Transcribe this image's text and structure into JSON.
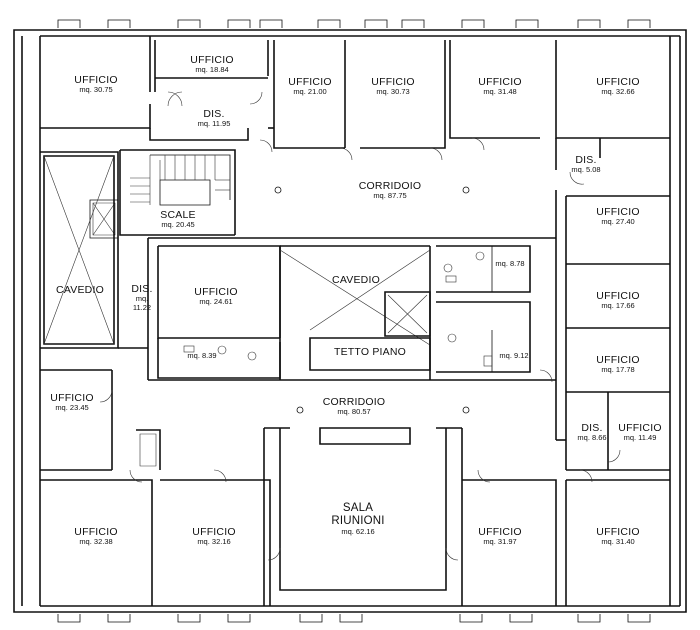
{
  "rooms": {
    "ufficio_a": {
      "name": "UFFICIO",
      "area": "mq. 30.75"
    },
    "ufficio_b": {
      "name": "UFFICIO",
      "area": "mq. 18.84"
    },
    "ufficio_c": {
      "name": "UFFICIO",
      "area": "mq. 21.00"
    },
    "ufficio_d": {
      "name": "UFFICIO",
      "area": "mq. 30.73"
    },
    "ufficio_e": {
      "name": "UFFICIO",
      "area": "mq. 31.48"
    },
    "ufficio_f": {
      "name": "UFFICIO",
      "area": "mq. 32.66"
    },
    "dis_top": {
      "name": "DIS.",
      "area": "mq. 11.95"
    },
    "dis_right": {
      "name": "DIS.",
      "area": "mq. 5.08"
    },
    "corridoio_top": {
      "name": "CORRIDOIO",
      "area": "mq. 87.75"
    },
    "scale": {
      "name": "SCALE",
      "area": "mq. 20.45"
    },
    "ufficio_g": {
      "name": "UFFICIO",
      "area": "mq. 27.40"
    },
    "cavedio_left": {
      "name": "CAVEDIO",
      "area": ""
    },
    "dis_left": {
      "name": "DIS.",
      "area": "mq.",
      "area2": "11.22"
    },
    "ufficio_h": {
      "name": "UFFICIO",
      "area": "mq. 24.61"
    },
    "cavedio_center": {
      "name": "CAVEDIO",
      "area": ""
    },
    "wc_right": {
      "name": "",
      "area": "mq. 8.78"
    },
    "ufficio_i": {
      "name": "UFFICIO",
      "area": "mq. 17.66"
    },
    "wc_left": {
      "name": "",
      "area": "mq. 8.39"
    },
    "tetto": {
      "name": "TETTO PIANO",
      "area": ""
    },
    "wc_right2": {
      "name": "",
      "area": "mq. 9.12"
    },
    "ufficio_j": {
      "name": "UFFICIO",
      "area": "mq. 17.78"
    },
    "ufficio_k": {
      "name": "UFFICIO",
      "area": "mq. 23.45"
    },
    "corridoio_bottom": {
      "name": "CORRIDOIO",
      "area": "mq. 80.57"
    },
    "dis_bottom": {
      "name": "DIS.",
      "area": "mq. 8.66"
    },
    "ufficio_l": {
      "name": "UFFICIO",
      "area": "mq. 11.49"
    },
    "ufficio_m": {
      "name": "UFFICIO",
      "area": "mq. 32.38"
    },
    "ufficio_n": {
      "name": "UFFICIO",
      "area": "mq. 32.16"
    },
    "sala": {
      "name": "SALA",
      "name2": "RIUNIONI",
      "area": "mq. 62.16"
    },
    "ufficio_o": {
      "name": "UFFICIO",
      "area": "mq. 31.97"
    },
    "ufficio_p": {
      "name": "UFFICIO",
      "area": "mq. 31.40"
    }
  }
}
